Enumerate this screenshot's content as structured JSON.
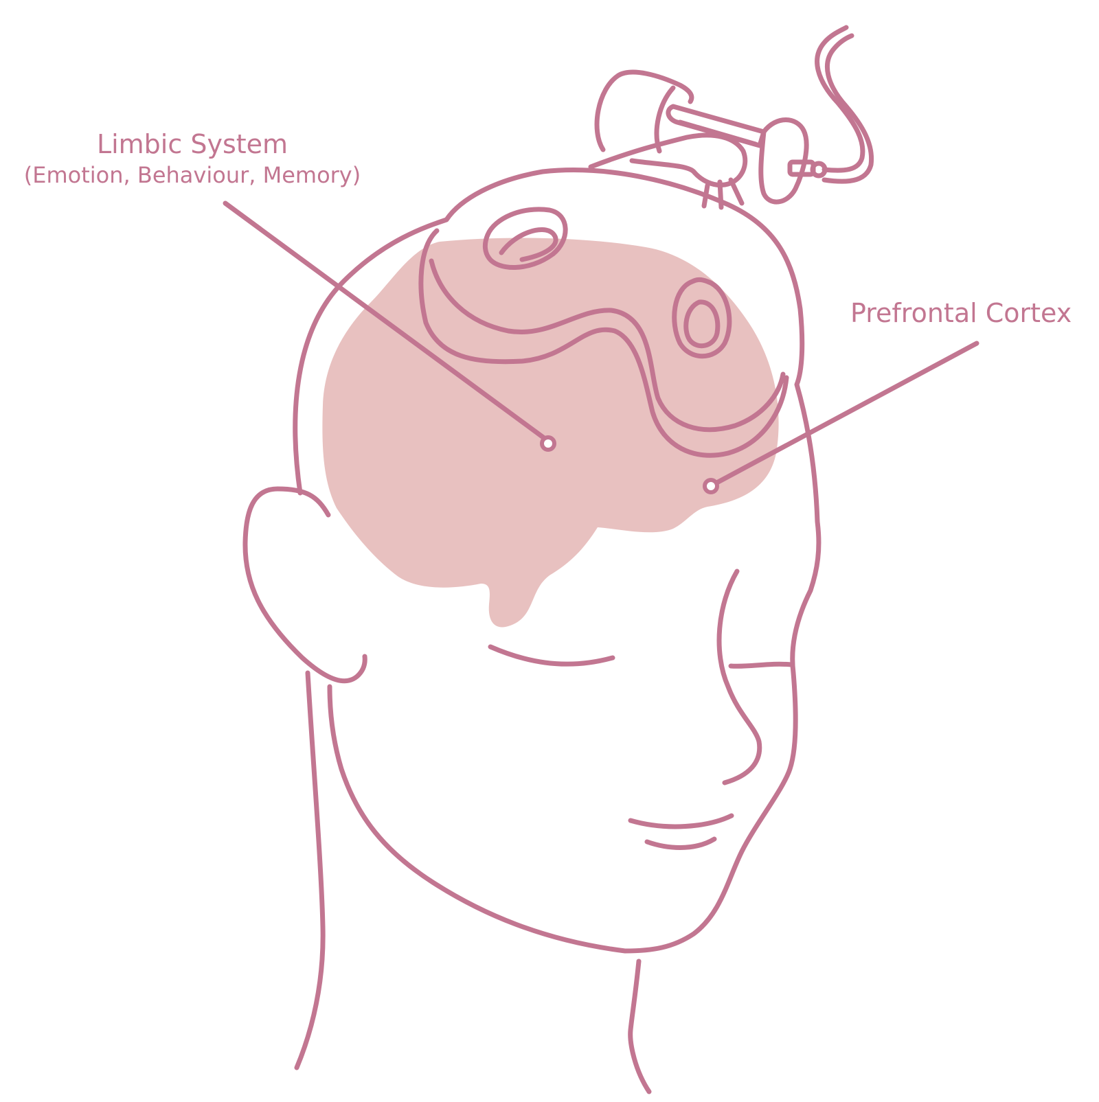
{
  "colors": {
    "outline": "#c27691",
    "brain_fill": "#e8c1c0",
    "label_text": "#c27691",
    "background": "#ffffff"
  },
  "labels": {
    "limbic_title": "Limbic System",
    "limbic_subtitle": "(Emotion, Behaviour, Memory)",
    "prefrontal": "Prefrontal Cortex"
  },
  "icons": {
    "head": "head-outline-icon",
    "brain": "brain-region-icon",
    "implant": "brain-implant-device-icon"
  }
}
